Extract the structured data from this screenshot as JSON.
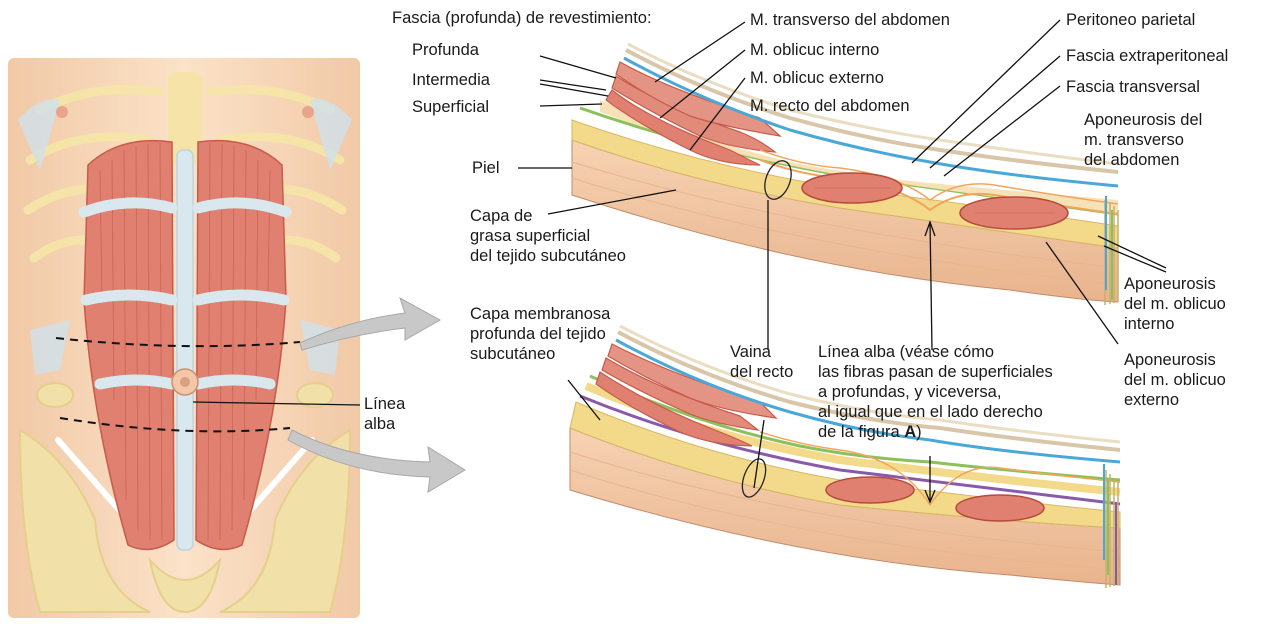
{
  "labels": {
    "fascia_header": "Fascia (profunda) de revestimiento:",
    "profunda": "Profunda",
    "intermedia": "Intermedia",
    "superficial": "Superficial",
    "piel": "Piel",
    "capa_grasa": "Capa de\ngrasa superficial\ndel tejido subcutáneo",
    "capa_membranosa": "Capa membranosa\nprofunda del tejido\nsubcutáneo",
    "m_transverso": "M. transverso del abdomen",
    "m_oblicuo_interno": "M. oblicuc interno",
    "m_oblicuo_externo": "M. oblicuc externo",
    "m_recto": "M. recto del abdomen",
    "peritoneo": "Peritoneo parietal",
    "fascia_extraperitoneal": "Fascia extraperitoneal",
    "fascia_transversal": "Fascia transversal",
    "apo_transverso": "Aponeurosis del\nm. transverso\ndel abdomen",
    "apo_oblicuo_interno": "Aponeurosis\ndel m. oblicuo\ninterno",
    "apo_oblicuo_externo": "Aponeurosis\ndel m. oblicuo\nexterno",
    "vaina_recto": "Vaina\ndel recto",
    "linea_alba_left": "Línea\nalba",
    "linea_alba_note": "Línea alba (véase cómo\nlas fibras pasan de superficiales\na profundas, y viceversa,\nal igual que en el lado derecho\nde la figura ",
    "linea_alba_note_letter": "A",
    "linea_alba_note_end": ")"
  },
  "colors": {
    "skin": "#f8d8b8",
    "muscle": "#e08070",
    "muscle_dark": "#c85a4a",
    "tendon": "#d6e4ee",
    "fat": "#f3d98a",
    "fascia_blue": "#4aa8d8",
    "fascia_green": "#8cc05a",
    "fascia_purple": "#8a5aa8",
    "bone": "#f3e6b8"
  }
}
